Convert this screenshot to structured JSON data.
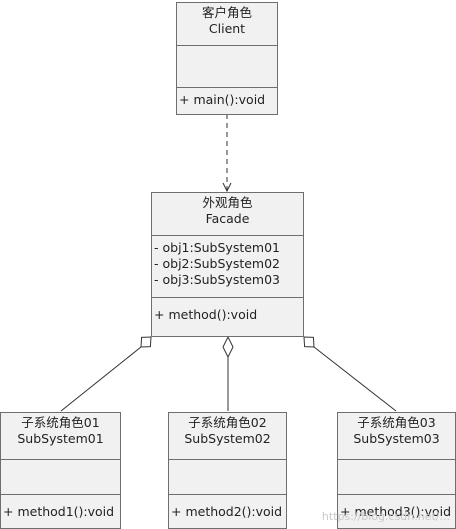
{
  "client": {
    "name_cn": "客户角色",
    "name_en": "Client",
    "attributes": [],
    "operations": [
      "+ main():void"
    ]
  },
  "facade": {
    "name_cn": "外观角色",
    "name_en": "Facade",
    "attributes": [
      "- obj1:SubSystem01",
      "- obj2:SubSystem02",
      "- obj3:SubSystem03"
    ],
    "operations": [
      "+ method():void"
    ]
  },
  "subsystems": [
    {
      "name_cn": "子系统角色01",
      "name_en": "SubSystem01",
      "attributes": [],
      "operations": [
        "+ method1():void"
      ]
    },
    {
      "name_cn": "子系统角色02",
      "name_en": "SubSystem02",
      "attributes": [],
      "operations": [
        "+ method2():void"
      ]
    },
    {
      "name_cn": "子系统角色03",
      "name_en": "SubSystem03",
      "attributes": [],
      "operations": [
        "+ method3():void"
      ]
    }
  ],
  "relations": [
    {
      "kind": "dependency",
      "from": "client",
      "to": "facade"
    },
    {
      "kind": "aggregation",
      "whole": "facade",
      "part": "subsystem-01"
    },
    {
      "kind": "aggregation",
      "whole": "facade",
      "part": "subsystem-02"
    },
    {
      "kind": "aggregation",
      "whole": "facade",
      "part": "subsystem-03"
    }
  ],
  "watermark": "https://blog.csdn.net/..."
}
